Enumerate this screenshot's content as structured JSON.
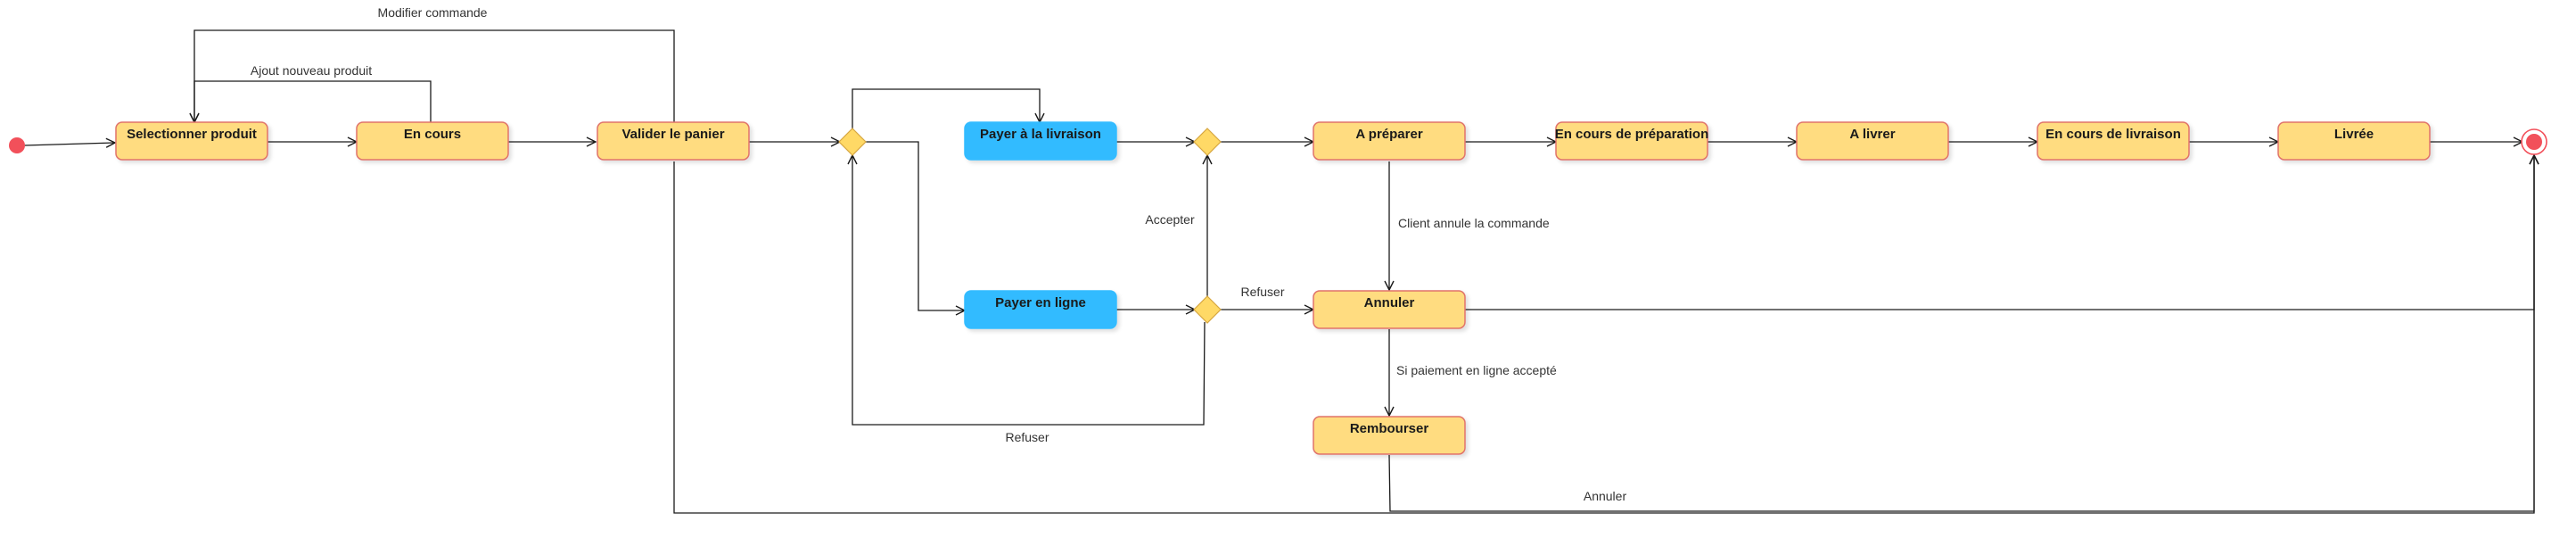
{
  "colors": {
    "state_fill": "#ffdc80",
    "state_stroke": "#e0736a",
    "payment_fill": "#33bbff",
    "payment_stroke": "#33bbff",
    "decision_fill": "#ffd966",
    "decision_stroke": "#d6a640",
    "initial": "#f2505a",
    "final": "#f2505a",
    "edge": "#1a1a1a"
  },
  "states": {
    "selectionner": "Selectionner produit",
    "en_cours": "En cours",
    "valider": "Valider le panier",
    "payer_livraison": "Payer à la livraison",
    "payer_ligne": "Payer en ligne",
    "a_preparer": "A préparer",
    "en_preparation": "En cours de préparation",
    "a_livrer": "A livrer",
    "en_livraison": "En cours de livraison",
    "livree": "Livrée",
    "annuler": "Annuler",
    "rembourser": "Rembourser"
  },
  "edge_labels": {
    "modifier": "Modifier commande",
    "ajout": "Ajout nouveau produit",
    "accepter": "Accepter",
    "refuser_top": "Refuser",
    "refuser_bottom": "Refuser",
    "client_annule": "Client annule la commande",
    "si_paiement": "Si paiement en ligne accepté",
    "annuler_bottom": "Annuler"
  }
}
